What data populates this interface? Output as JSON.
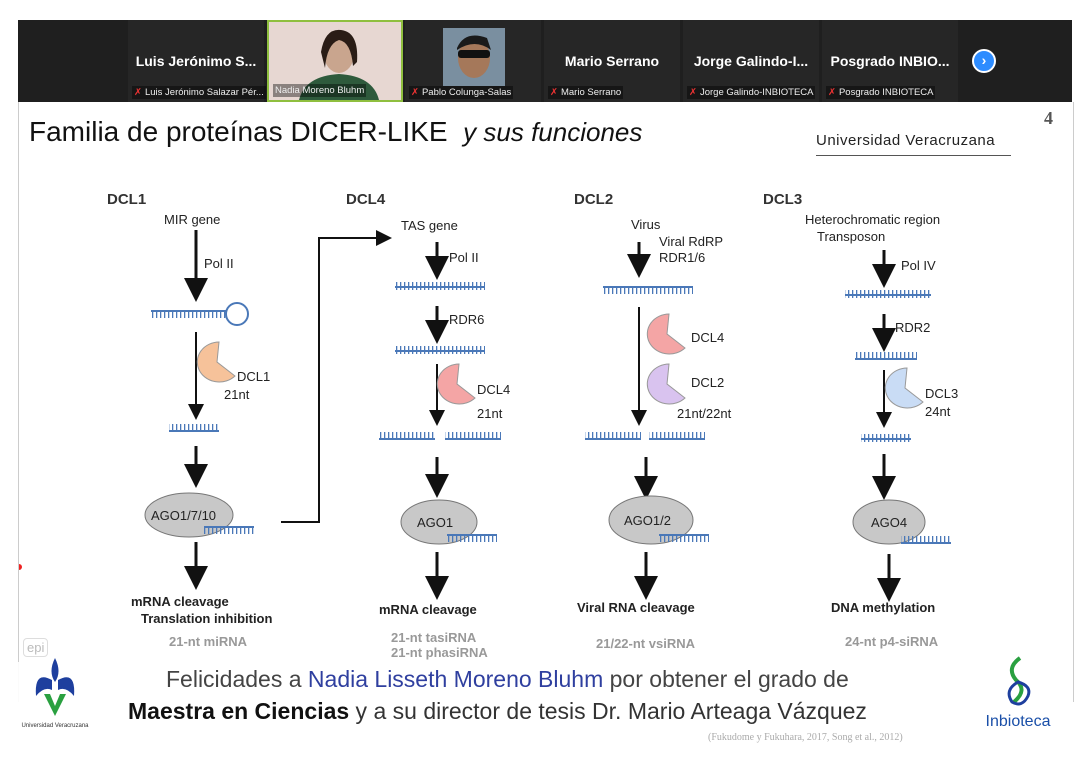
{
  "participants": [
    {
      "display": "Luis Jerónimo S...",
      "name": "Luis Jerónimo Salazar Pér...",
      "muted": true
    },
    {
      "display": "",
      "name": "Nadia Moreno Bluhm",
      "muted": false,
      "video": true,
      "active": true
    },
    {
      "display": "",
      "name": "Pablo Colunga-Salas",
      "muted": true,
      "video": true
    },
    {
      "display": "Mario Serrano",
      "name": "Mario Serrano",
      "muted": true
    },
    {
      "display": "Jorge  Galindo-I...",
      "name": "Jorge Galindo-INBIOTECA",
      "muted": true
    },
    {
      "display": "Posgrado  INBIO...",
      "name": "Posgrado INBIOTECA",
      "muted": true
    }
  ],
  "next_icon": "chevron-right-icon",
  "slide": {
    "title": "Familia de proteínas DICER-LIKE",
    "title_italic": "y sus funciones",
    "institution": "Universidad Veracruzana",
    "page_number": "4",
    "columns": [
      {
        "header": "DCL1",
        "source": "MIR gene",
        "pol": "Pol II",
        "dcl": "DCL1",
        "nt": "21nt",
        "ago": "AGO1/7/10",
        "function1": "mRNA cleavage",
        "function2": "Translation inhibition",
        "srna": "21-nt miRNA"
      },
      {
        "header": "DCL4",
        "source": "TAS gene",
        "pol": "Pol II",
        "rdr": "RDR6",
        "dcl": "DCL4",
        "nt": "21nt",
        "ago": "AGO1",
        "function1": "mRNA cleavage",
        "srna": "21-nt tasiRNA",
        "srna2": "21-nt phasiRNA"
      },
      {
        "header": "DCL2",
        "source": "Virus",
        "pol": "Viral RdRP",
        "pol2": "RDR1/6",
        "dcl": "DCL4",
        "dcl2": "DCL2",
        "nt": "21nt/22nt",
        "ago": "AGO1/2",
        "function1": "Viral RNA  cleavage",
        "srna": "21/22-nt vsiRNA"
      },
      {
        "header": "DCL3",
        "source": "Heterochromatic region",
        "source2": "Transposon",
        "pol": "Pol IV",
        "rdr": "RDR2",
        "dcl": "DCL3",
        "nt": "24nt",
        "ago": "AGO4",
        "function1": "DNA methylation",
        "srna": "24-nt p4-siRNA"
      }
    ],
    "citation": "(Fukudome y Fukuhara, 2017, Song et al., 2012)",
    "epi_label": "epi"
  },
  "banner": {
    "line1_a": "Felicidades a ",
    "line1_name": "Nadia Lisseth Moreno Bluhm",
    "line1_b": " por obtener el grado de",
    "line2_bold": "Maestra en Ciencias",
    "line2_rest": " y a su director de tesis Dr. Mario Arteaga Vázquez",
    "logo_left_caption": "Universidad Veracruzana",
    "logo_right_caption": "Inbioteca"
  }
}
